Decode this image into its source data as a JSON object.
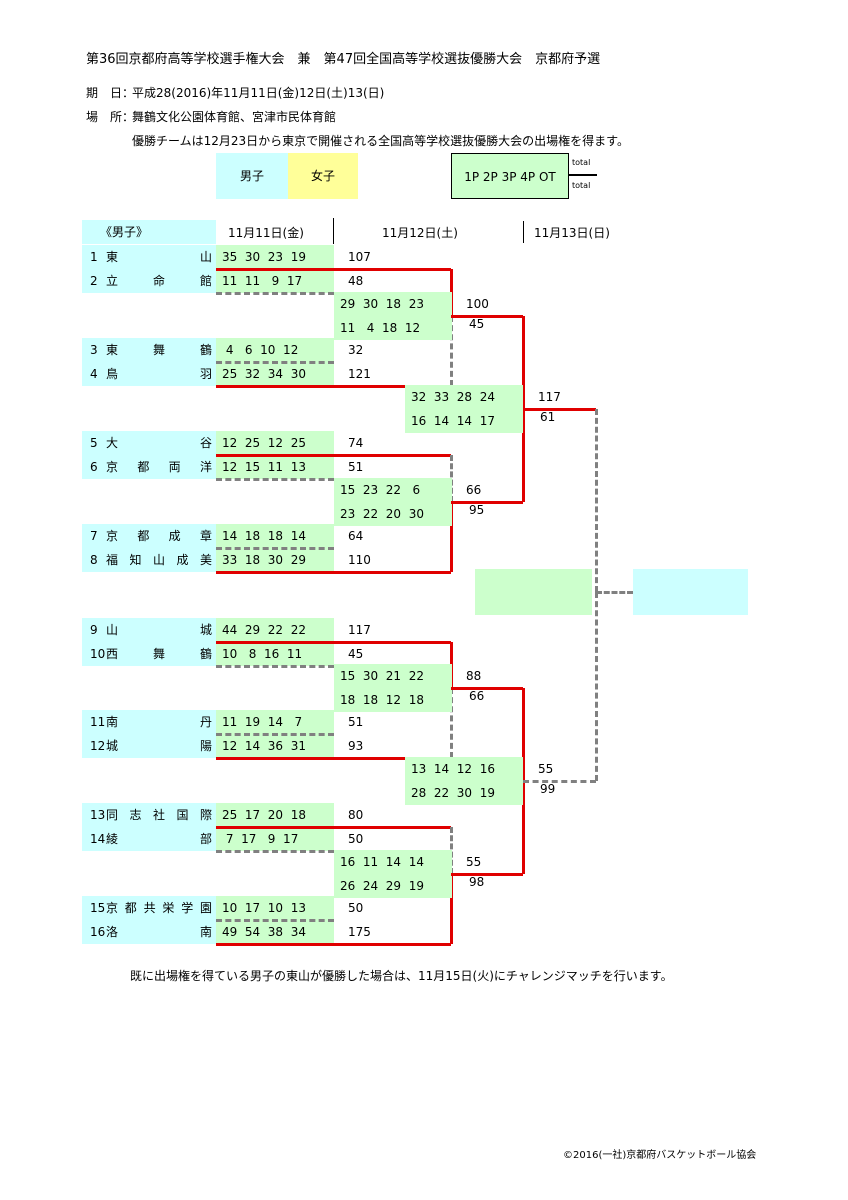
{
  "header": {
    "title": "第36回京都府高等学校選手権大会　兼　第47回全国高等学校選抜優勝大会　京都府予選",
    "date_label": "期　日：",
    "date_value": "平成28(2016)年11月11日(金)12日(土)13(日)",
    "venue_label": "場　所：",
    "venue_value": "舞鶴文化公園体育館、宮津市民体育館",
    "note": "優勝チームは12月23日から東京で開催される全国高等学校選抜優勝大会の出場権を得ます。"
  },
  "legend": {
    "boys": "男子",
    "girls": "女子",
    "periods": "1P  2P  3P  4P  OT",
    "total_top": "total",
    "total_bottom": "total",
    "colors": {
      "boys": "#ccffff",
      "girls": "#ffff99",
      "scores": "#ccffcc",
      "winner_line": "#e00000",
      "loser_line": "#808080"
    }
  },
  "bracket": {
    "section_label": "《男子》",
    "day1": "11月11日(金)",
    "day2": "11月12日(土)",
    "day3": "11月13日(日)",
    "round1": [
      {
        "teams": [
          {
            "num": "1",
            "name": "東山",
            "q": "35  30  23  19",
            "total": "107"
          },
          {
            "num": "2",
            "name": "立命館",
            "q": "11  11   9  17",
            "total": "48"
          }
        ]
      },
      {
        "teams": [
          {
            "num": "3",
            "name": "東舞鶴",
            "q": " 4   6  10  12",
            "total": "32"
          },
          {
            "num": "4",
            "name": "鳥羽",
            "q": "25  32  34  30",
            "total": "121"
          }
        ]
      },
      {
        "teams": [
          {
            "num": "5",
            "name": "大谷",
            "q": "12  25  12  25",
            "total": "74"
          },
          {
            "num": "6",
            "name": "京都両洋",
            "q": "12  15  11  13",
            "total": "51"
          }
        ]
      },
      {
        "teams": [
          {
            "num": "7",
            "name": "京都成章",
            "q": "14  18  18  14",
            "total": "64"
          },
          {
            "num": "8",
            "name": "福知山成美",
            "q": "33  18  30  29",
            "total": "110"
          }
        ]
      },
      {
        "teams": [
          {
            "num": "9",
            "name": "山城",
            "q": "44  29  22  22",
            "total": "117"
          },
          {
            "num": "10",
            "name": "西舞鶴",
            "q": "10   8  16  11",
            "total": "45"
          }
        ]
      },
      {
        "teams": [
          {
            "num": "11",
            "name": "南丹",
            "q": "11  19  14   7",
            "total": "51"
          },
          {
            "num": "12",
            "name": "城陽",
            "q": "12  14  36  31",
            "total": "93"
          }
        ]
      },
      {
        "teams": [
          {
            "num": "13",
            "name": "同志社国際",
            "q": "25  17  20  18",
            "total": "80"
          },
          {
            "num": "14",
            "name": "綾部",
            "q": " 7  17   9  17",
            "total": "50"
          }
        ]
      },
      {
        "teams": [
          {
            "num": "15",
            "name": "京都共栄学園",
            "q": "10  17  10  13",
            "total": "50"
          },
          {
            "num": "16",
            "name": "洛南",
            "q": "49  54  38  34",
            "total": "175"
          }
        ]
      }
    ],
    "round2": [
      {
        "top": {
          "q": "29  30  18  23",
          "total": "100"
        },
        "bottom": {
          "q": "11   4  18  12",
          "total": "45"
        }
      },
      {
        "top": {
          "q": "15  23  22   6",
          "total": "66"
        },
        "bottom": {
          "q": "23  22  20  30",
          "total": "95"
        }
      },
      {
        "top": {
          "q": "15  30  21  22",
          "total": "88"
        },
        "bottom": {
          "q": "18  18  12  18",
          "total": "66"
        }
      },
      {
        "top": {
          "q": "16  11  14  14",
          "total": "55"
        },
        "bottom": {
          "q": "26  24  29  19",
          "total": "98"
        }
      }
    ],
    "round3": [
      {
        "top": {
          "q": "32  33  28  24",
          "total": "117"
        },
        "bottom": {
          "q": "16  14  14  17",
          "total": "61"
        }
      },
      {
        "top": {
          "q": "13  14  12  16",
          "total": "55"
        },
        "bottom": {
          "q": "28  22  30  19",
          "total": "99"
        }
      }
    ]
  },
  "footer": {
    "note": "既に出場権を得ている男子の東山が優勝した場合は、11月15日(火)にチャレンジマッチを行います。",
    "copyright": "©2016(一社)京都府バスケットボール協会"
  }
}
